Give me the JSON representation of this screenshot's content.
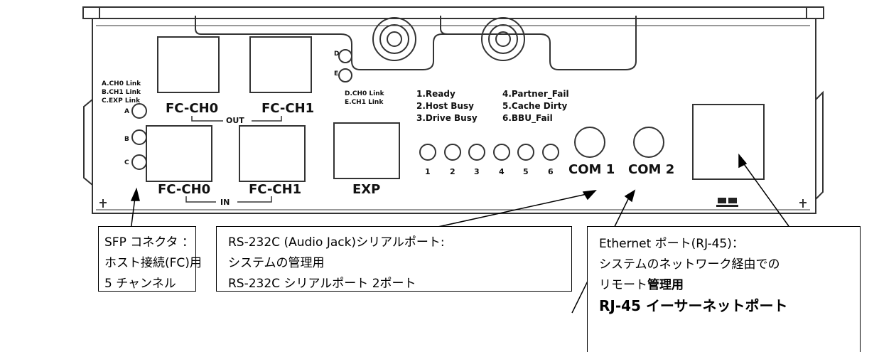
{
  "panel": {
    "status_leds_small": [
      "A.CH0 Link",
      "B.CH1 Link",
      "C.EXP Link"
    ],
    "out_ports": [
      "FC-CH0",
      "FC-CH1"
    ],
    "out_label": "OUT",
    "in_ports": [
      "FC-CH0",
      "FC-CH1"
    ],
    "in_label": "IN",
    "exp_label": "EXP",
    "led_de": [
      "D",
      "E"
    ],
    "led_de_legend": [
      "D.CH0 Link",
      "E.CH1 Link"
    ],
    "led_abc": [
      "A",
      "B",
      "C"
    ],
    "legend_left": [
      "1.Ready",
      "2.Host Busy",
      "3.Drive Busy"
    ],
    "legend_right": [
      "4.Partner_Fail",
      "5.Cache Dirty",
      "6.BBU_Fail"
    ],
    "led_numbers": [
      "1",
      "2",
      "3",
      "4",
      "5",
      "6"
    ],
    "com_labels": [
      "COM 1",
      "COM 2"
    ]
  },
  "callouts": {
    "sfp": [
      "SFP コネクタ ：",
      "ホスト接続(FC)用",
      "5 チャンネル"
    ],
    "serial": [
      "RS-232C (Audio Jack)シリアルポート:",
      "システムの管理用",
      "RS-232C シリアルポート 2ポート"
    ],
    "ethernet": {
      "lines": [
        "Ethernet ポート(RJ-45)：",
        "システムのネットワーク経由での"
      ],
      "line3_a": "リモート",
      "line3_b": "管理用",
      "line4": "RJ-45 イーサーネットポート"
    }
  }
}
